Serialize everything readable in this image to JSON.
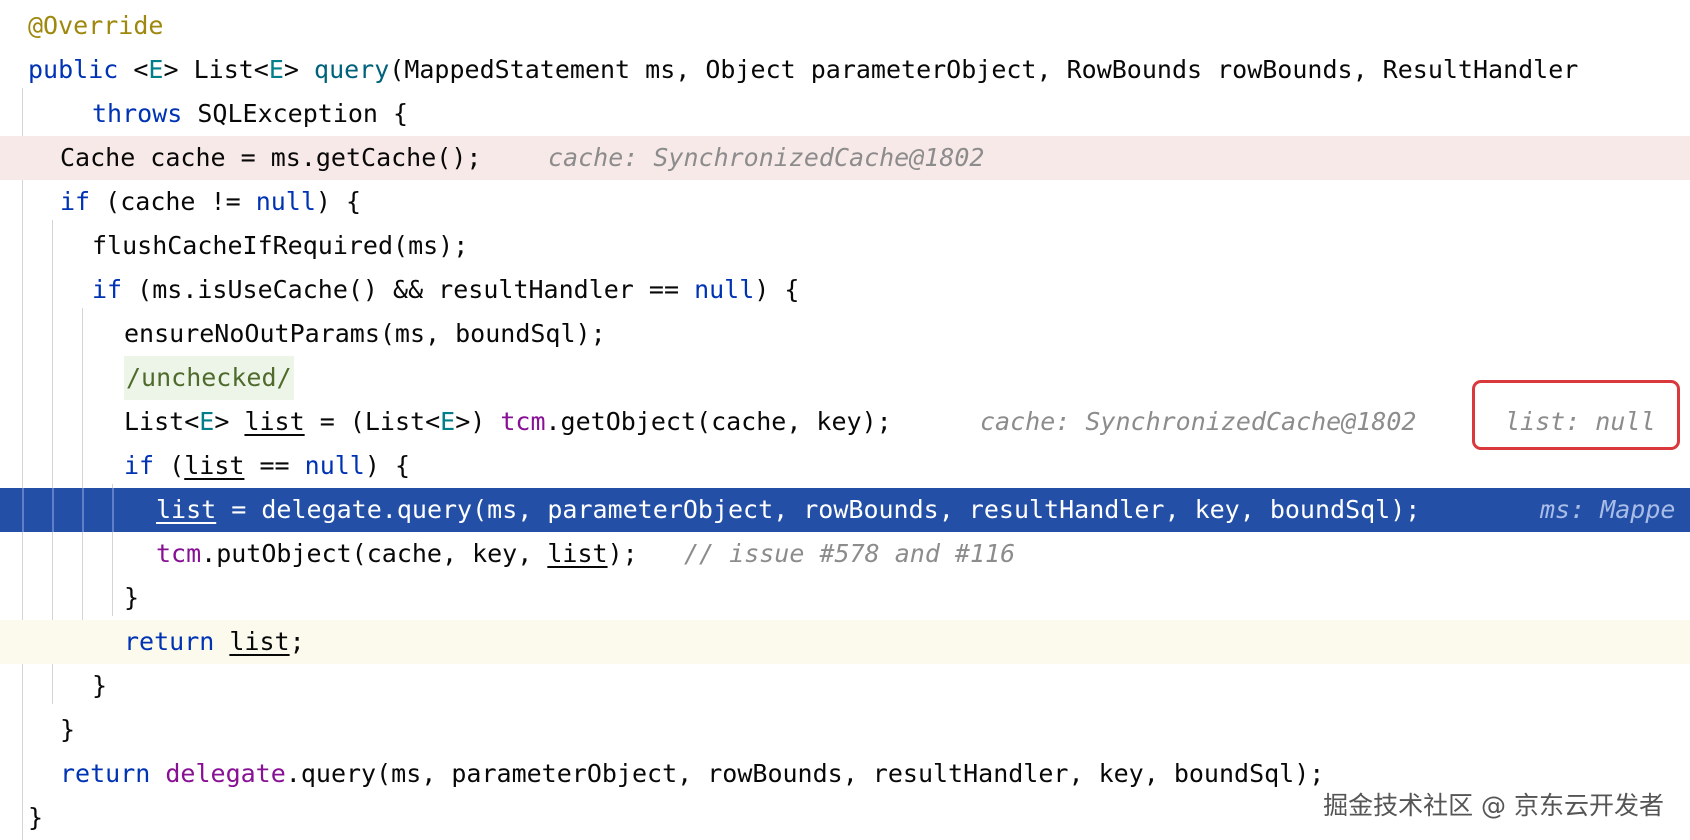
{
  "editor": {
    "lines": [
      {
        "text": "@Override"
      },
      {
        "kw": "public",
        "t1": " <",
        "tp1": "E",
        "t2": "> List<",
        "tp2": "E",
        "t3": "> ",
        "meth": "query",
        "t4": "(MappedStatement ms, Object parameterObject, RowBounds rowBounds, ResultHandler"
      },
      {
        "kw": "throws",
        "t1": " SQLException {"
      },
      {
        "t1": "Cache cache = ms.getCache();",
        "hint": "cache: SynchronizedCache@1802"
      },
      {
        "kw": "if",
        "t1": " (cache != ",
        "kw2": "null",
        "t2": ") {"
      },
      {
        "t1": "flushCacheIfRequired(ms);"
      },
      {
        "kw": "if",
        "t1": " (ms.isUseCache() && resultHandler == ",
        "kw2": "null",
        "t2": ") {"
      },
      {
        "t1": "ensureNoOutParams(ms, boundSql);"
      },
      {
        "text": "/unchecked/"
      },
      {
        "t1": "List<",
        "tp1": "E",
        "t2": "> ",
        "u": "list",
        "t3": " = (List<",
        "tp2": "E",
        "t4": ">) ",
        "fld": "tcm",
        "t5": ".getObject(cache, key);",
        "hint": "cache: SynchronizedCache@1802",
        "hint2": "list: null"
      },
      {
        "kw": "if",
        "t1": " (",
        "u": "list",
        "t2": " == ",
        "kw2": "null",
        "t3": ") {"
      },
      {
        "u": "list",
        "t1": " = ",
        "fld": "delegate",
        "t2": ".query(ms, parameterObject, rowBounds, resultHandler, key, boundSql);",
        "hint": "ms: Mappe"
      },
      {
        "fld": "tcm",
        "t1": ".putObject(cache, key, ",
        "u": "list",
        "t2": ");",
        "cmt": "// issue #578 and #116"
      },
      {
        "text": "}"
      },
      {
        "kw": "return",
        "u": "list",
        "t1": ";"
      },
      {
        "text": "}"
      },
      {
        "text": "}"
      },
      {
        "kw": "return",
        "fld": "delegate",
        "t1": ".query(ms, parameterObject, rowBounds, resultHandler, key, boundSql);"
      },
      {
        "text": "}"
      }
    ]
  },
  "watermark": "掘金技术社区 @ 京东云开发者",
  "colors": {
    "keyword": "#0033b3",
    "method": "#00627a",
    "field": "#871094",
    "annotation": "#9e880d",
    "hint": "#8c8c8c",
    "current_line": "#2350a6",
    "error_line": "#f7e9e8",
    "return_line": "#fbfaec",
    "highlight_box": "#d9393c"
  }
}
